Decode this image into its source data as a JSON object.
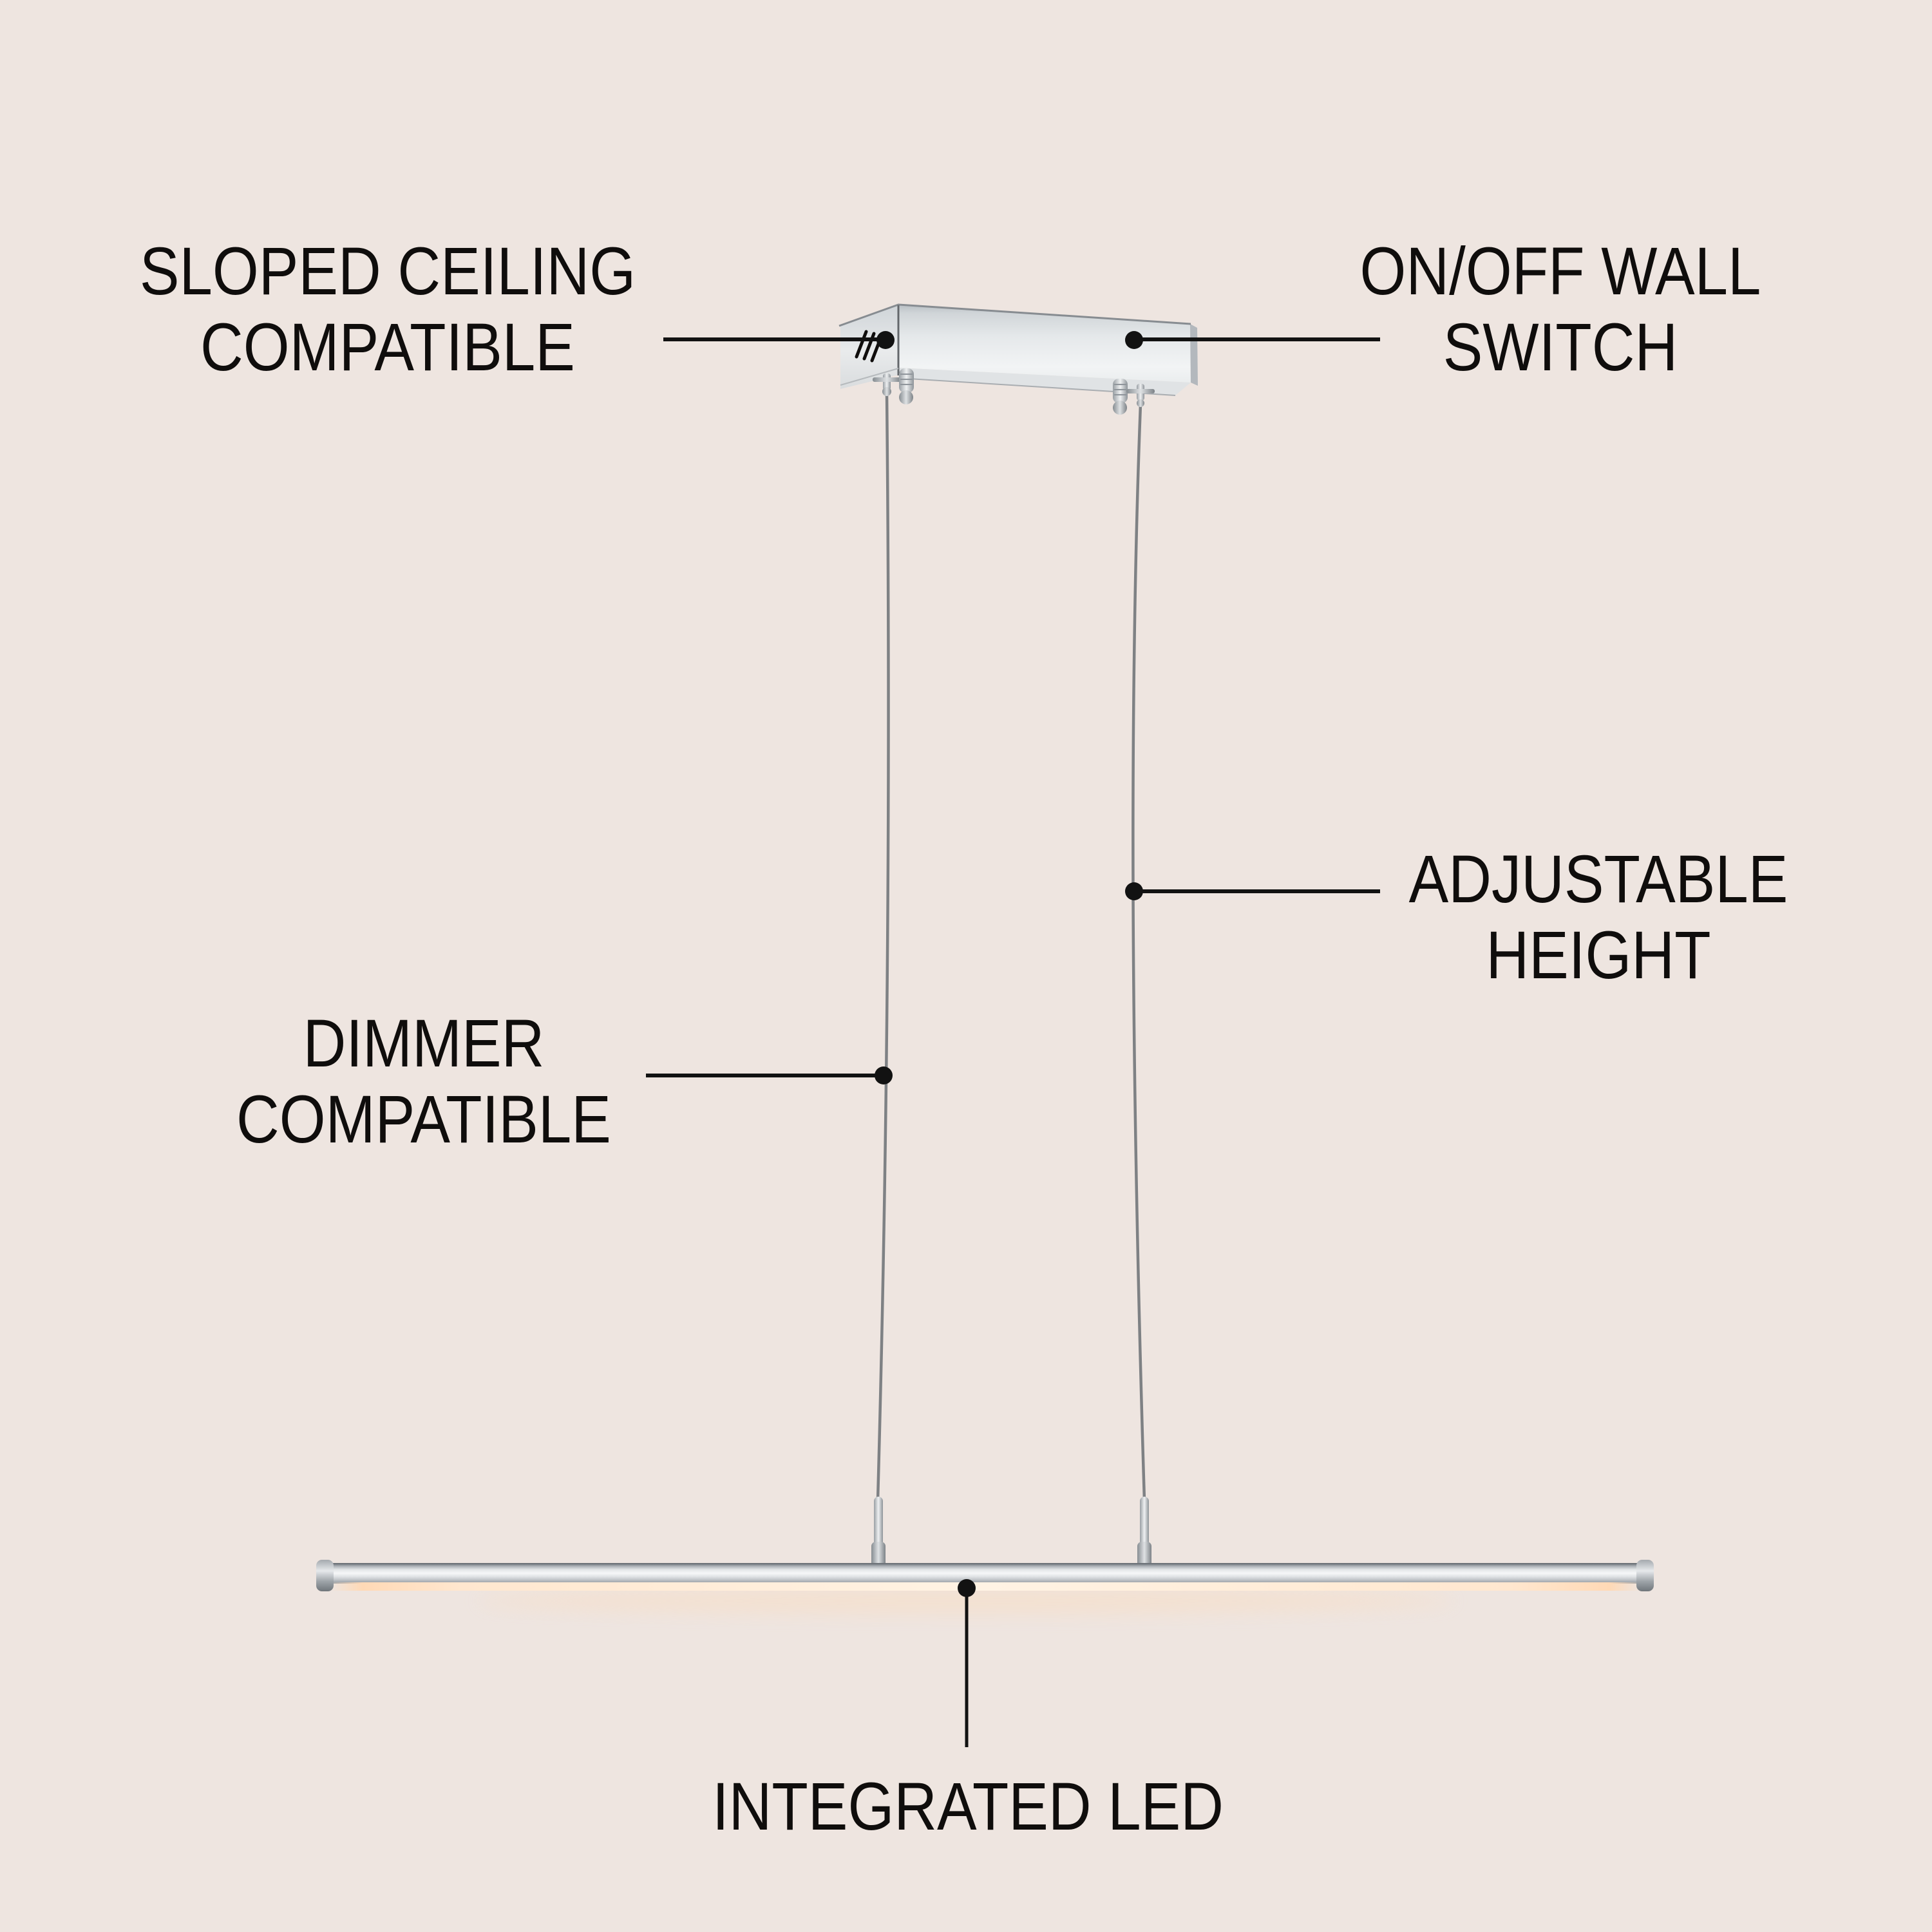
{
  "title": "Linear LED pendant light feature infographic",
  "background_color": "#eee5e0",
  "text_color": "#0f0d0c",
  "callout_color": "#121212",
  "labels": {
    "sloped_ceiling": {
      "line1": "SLOPED CEILING",
      "line2": "COMPATIBLE"
    },
    "wall_switch": {
      "line1": "ON/OFF WALL",
      "line2": "SWITCH"
    },
    "adjustable_height": {
      "line1": "ADJUSTABLE",
      "line2": "HEIGHT"
    },
    "dimmer": {
      "line1": "DIMMER",
      "line2": "COMPATIBLE"
    },
    "integrated_led": {
      "line1": "INTEGRATED LED"
    }
  },
  "fixture": {
    "parts": [
      "ceiling-canopy",
      "cable-adjuster-fittings",
      "suspension-cable-left",
      "suspension-cable-right",
      "stem-connector-left",
      "stem-connector-right",
      "led-light-bar",
      "led-glow-strip"
    ],
    "finish_colors": {
      "chrome_light": "#f6f7f8",
      "chrome_mid": "#d6dadd",
      "chrome_dark": "#7b8085",
      "cable_gray": "#7e8184",
      "led_glow": "#fff3e4"
    }
  }
}
